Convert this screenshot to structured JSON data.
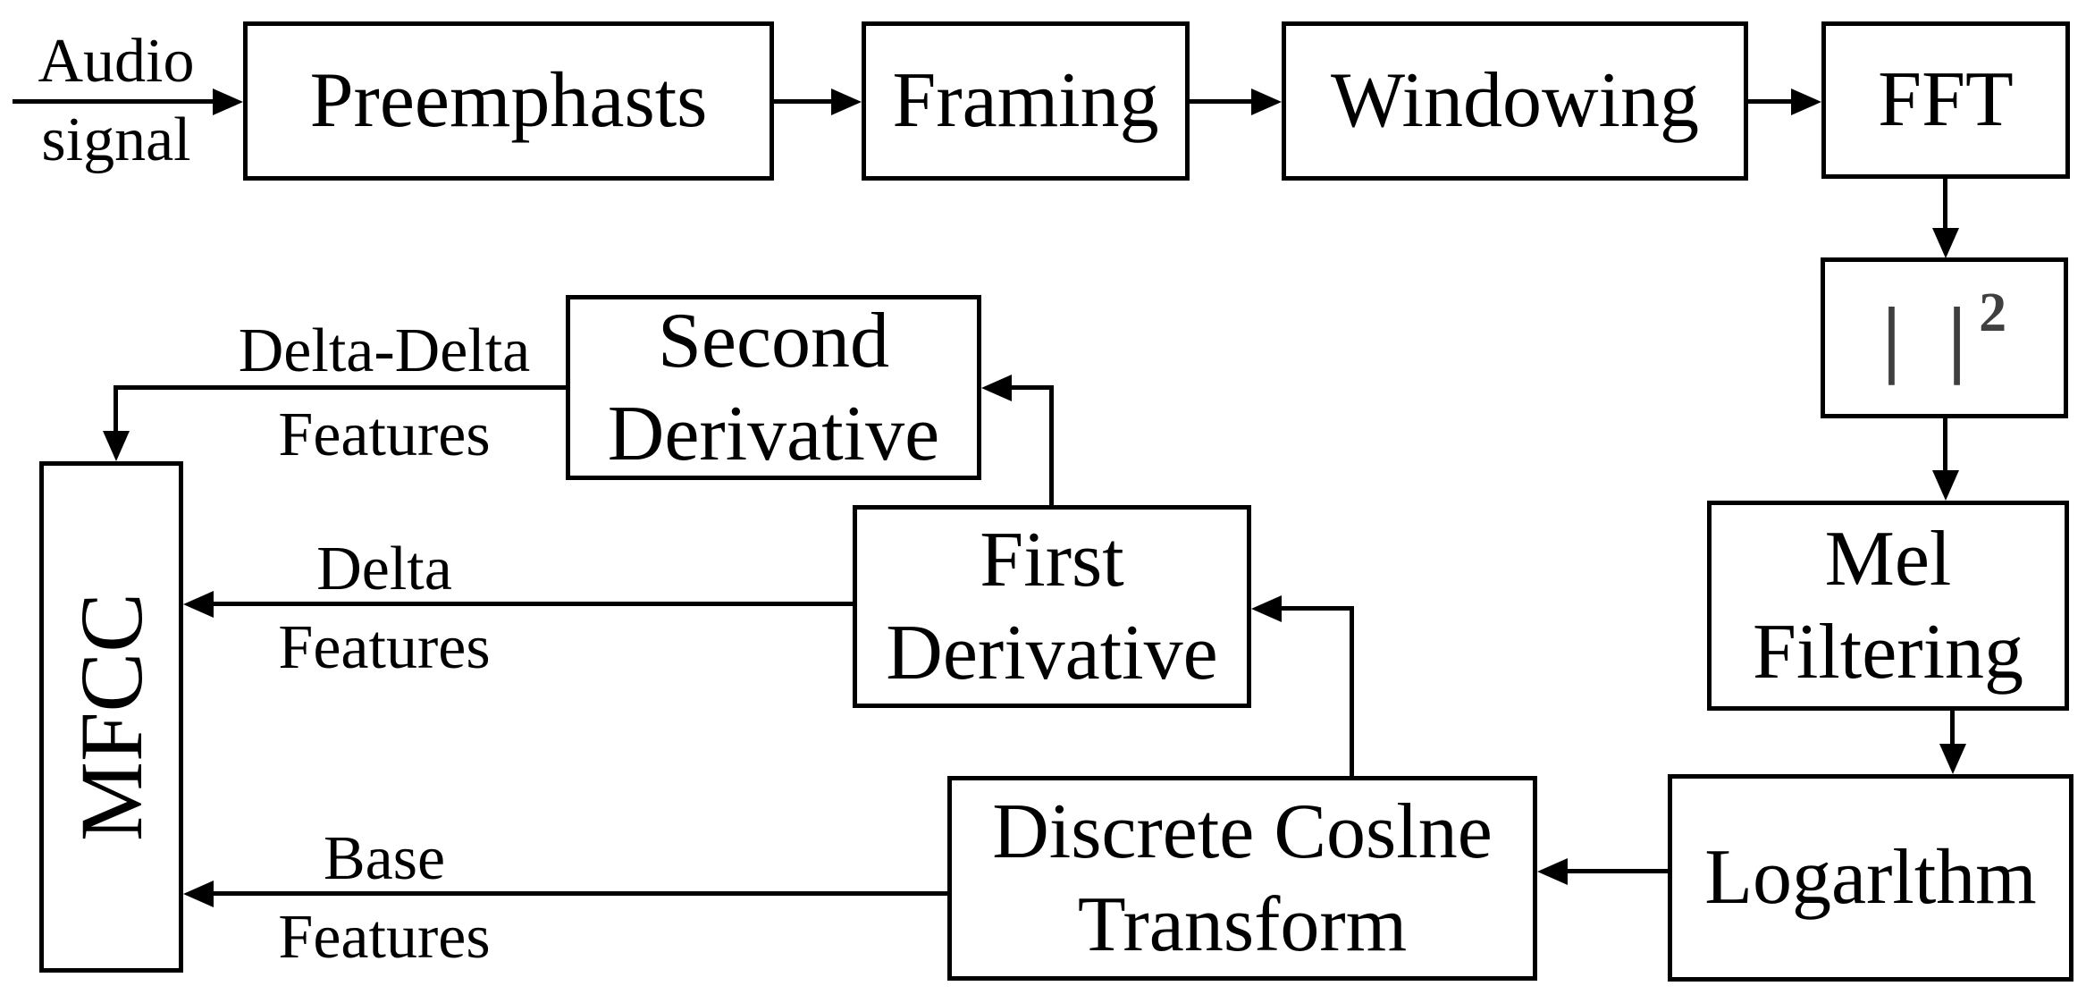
{
  "diagram": {
    "audio_label": {
      "line1": "Audio",
      "line2": "signal"
    },
    "nodes": {
      "preemphasis": {
        "label": "Preemphasts"
      },
      "framing": {
        "label": "Framing"
      },
      "windowing": {
        "label": "Windowing"
      },
      "fft": {
        "label": "FFT"
      },
      "power_spectrum": {
        "base": "| |",
        "exponent": "2"
      },
      "mel_filtering": {
        "line1": "Mel",
        "line2": "Filtering"
      },
      "logarithm": {
        "label": "Logarlthm"
      },
      "dct": {
        "line1": "Discrete Coslne",
        "line2": "Transform"
      },
      "first_derivative": {
        "line1": "First",
        "line2": "Derivative"
      },
      "second_derivative": {
        "line1": "Second",
        "line2": "Derivative"
      },
      "mfcc": {
        "label": "MFCC"
      }
    },
    "edge_labels": {
      "delta_delta": {
        "line1": "Delta-Delta",
        "line2": "Features"
      },
      "delta": {
        "line1": "Delta",
        "line2": "Features"
      },
      "base": {
        "line1": "Base",
        "line2": "Features"
      }
    },
    "colors": {
      "ink": "#000000",
      "background": "#ffffff",
      "power_ink": "#3f3f3f"
    }
  }
}
